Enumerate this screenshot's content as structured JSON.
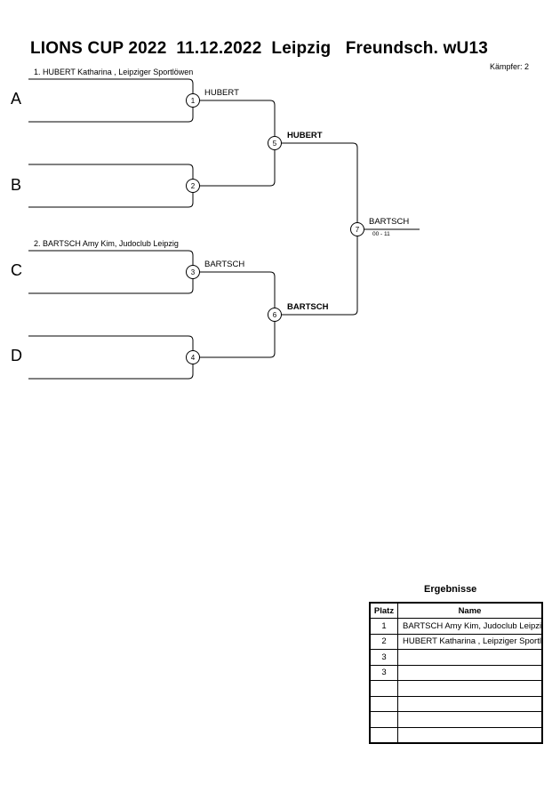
{
  "title": "LIONS CUP 2022  11.12.2022  Leipzig   Freundsch. wU13",
  "kaempfer": "Kämpfer: 2",
  "pools": [
    "A",
    "B",
    "C",
    "D"
  ],
  "seeds": {
    "a": "1. HUBERT  Katharina , Leipziger Sportlöwen",
    "c": "2. BARTSCH Amy Kim, Judoclub Leipzig"
  },
  "matches": [
    "1",
    "2",
    "3",
    "4",
    "5",
    "6",
    "7"
  ],
  "winners": {
    "m1": "HUBERT",
    "m3": "BARTSCH",
    "m5": "HUBERT",
    "m6": "BARTSCH",
    "m7": "BARTSCH"
  },
  "final_score": "00 - 11",
  "results": {
    "title": "Ergebnisse",
    "col_place": "Platz",
    "col_name": "Name",
    "rows": [
      {
        "place": "1",
        "name": "BARTSCH Amy Kim, Judoclub Leipzig"
      },
      {
        "place": "2",
        "name": "HUBERT  Katharina , Leipziger Sportlöwen"
      },
      {
        "place": "3",
        "name": ""
      },
      {
        "place": "3",
        "name": ""
      },
      {
        "place": "",
        "name": ""
      },
      {
        "place": "",
        "name": ""
      },
      {
        "place": "",
        "name": ""
      },
      {
        "place": "",
        "name": ""
      }
    ]
  }
}
